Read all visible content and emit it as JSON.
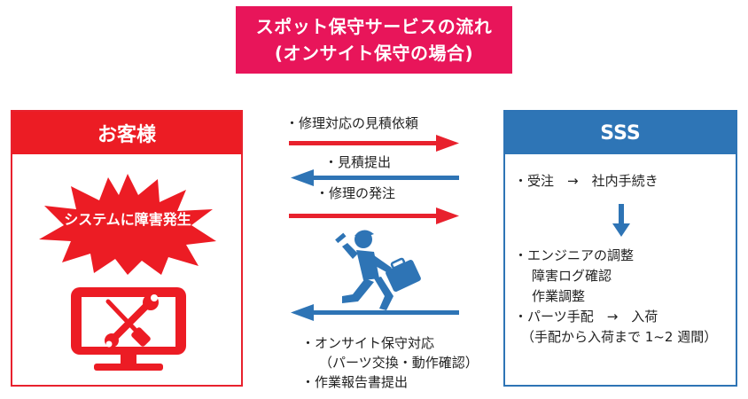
{
  "title": {
    "line1": "スポット保守サービスの流れ",
    "line2": "(オンサイト保守の場合)"
  },
  "customer": {
    "header": "お客様",
    "burst_text": "システムに障害発生"
  },
  "sss": {
    "header": "SSS",
    "item1": "・受注　→　社内手続き",
    "item2": "・エンジニアの調整",
    "item2_sub1": "障害ログ確認",
    "item2_sub2": "作業調整",
    "item3": "・パーツ手配　→　入荷",
    "item3_sub": "（手配から入荷まで 1~2 週間）"
  },
  "flow": {
    "label1": "・修理対応の見積依頼",
    "label2": "・見積提出",
    "label3": "・修理の発注",
    "label4": "・オンサイト保守対応",
    "label4_sub": "（パーツ交換・動作確認）",
    "label5": "・作業報告書提出"
  },
  "colors": {
    "title_bg": "#e8155a",
    "customer_red": "#ec1c24",
    "sss_blue": "#2e75b6",
    "arrow_red": "#e8212d",
    "arrow_blue": "#2e74b5"
  },
  "icons": {
    "burst": "starburst-shape",
    "monitor": "monitor-icon",
    "tools": "wrench-screwdriver-icon",
    "person": "running-engineer-icon",
    "down_arrow": "down-arrow-icon"
  }
}
